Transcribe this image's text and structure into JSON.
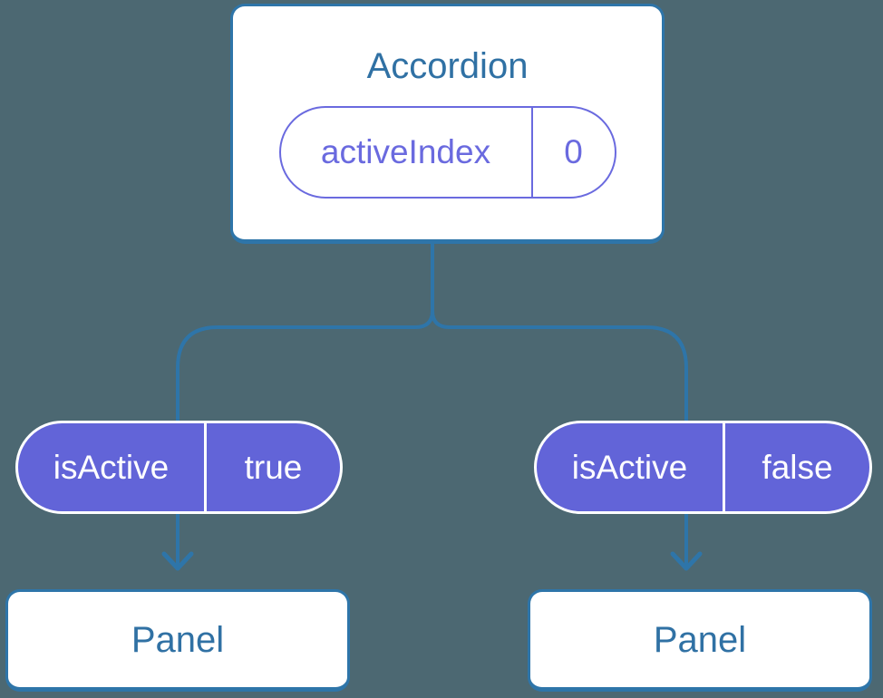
{
  "diagram": {
    "root": {
      "title": "Accordion",
      "state": {
        "name": "activeIndex",
        "value": "0"
      }
    },
    "children": [
      {
        "prop": {
          "name": "isActive",
          "value": "true"
        },
        "title": "Panel"
      },
      {
        "prop": {
          "name": "isActive",
          "value": "false"
        },
        "title": "Panel"
      }
    ]
  },
  "colors": {
    "background": "#4C6872",
    "connector_blue": "#2E75A9",
    "component_text_blue": "#3071A4",
    "prop_pill_fill_purple": "#6264D8",
    "state_accent_purple": "#6A6ADF",
    "box_fill": "#FFFFFF"
  }
}
